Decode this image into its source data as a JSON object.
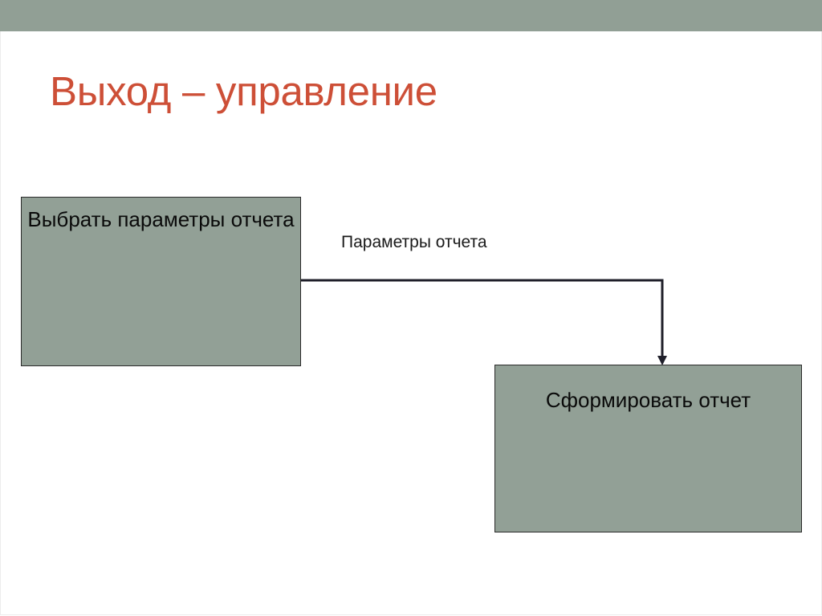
{
  "slide": {
    "title": "Выход – управление",
    "colors": {
      "top_bar": "#919f95",
      "title": "#cd4f37",
      "box_fill": "#92a096",
      "line": "#1f1f2a"
    }
  },
  "diagram": {
    "nodes": [
      {
        "id": "select-params",
        "label": "Выбрать параметры отчета"
      },
      {
        "id": "generate-report",
        "label": "Сформировать отчет"
      }
    ],
    "edges": [
      {
        "from": "select-params",
        "to": "generate-report",
        "label": "Параметры отчета"
      }
    ]
  }
}
